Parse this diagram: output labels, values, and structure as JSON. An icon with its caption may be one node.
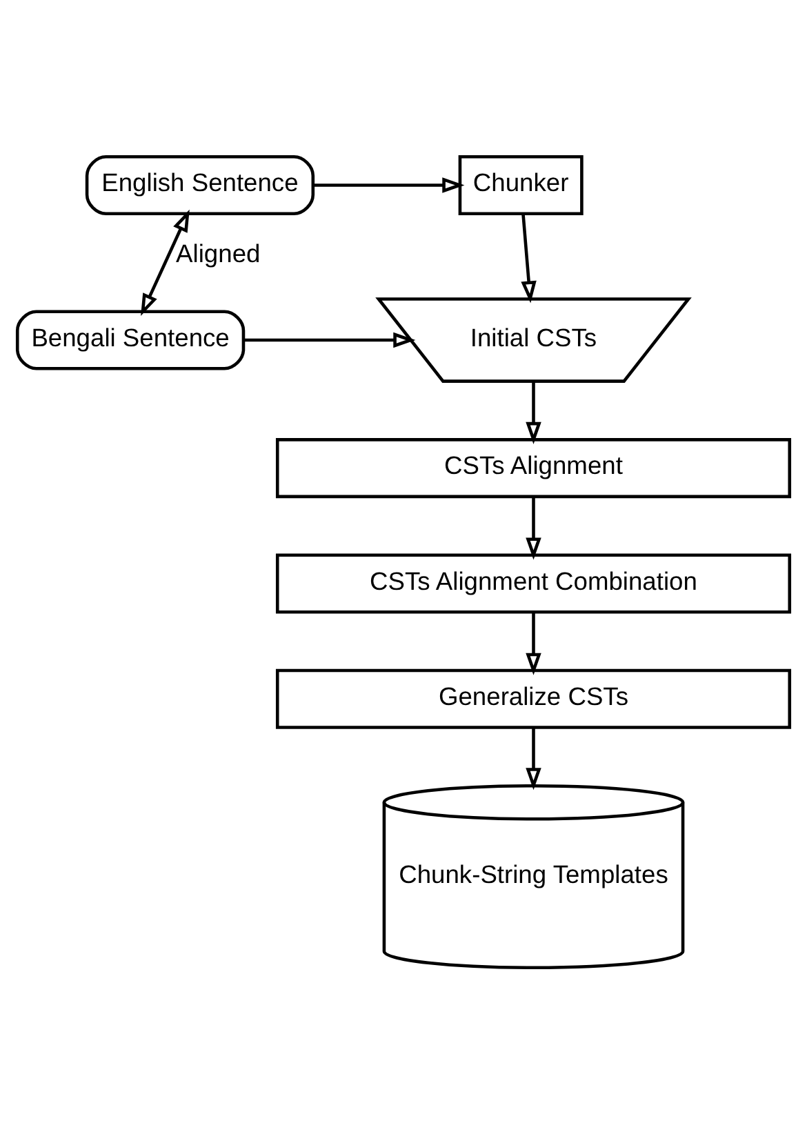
{
  "diagram": {
    "nodes": [
      {
        "text": [
          "English Sentence"
        ]
      },
      {
        "text": [
          "Chunker"
        ]
      },
      {
        "text": [
          "Bengali Sentence"
        ]
      },
      {
        "text": [
          "Initial CSTs"
        ]
      },
      {
        "text": [
          "CSTs Alignment"
        ]
      },
      {
        "text": [
          "CSTs Alignment Combination"
        ]
      },
      {
        "text": [
          "Generalize CSTs"
        ]
      },
      {
        "text": [
          "Chunk-String Templates"
        ]
      }
    ],
    "edges": [
      {
        "from": 0,
        "to": 1,
        "arrow": "to"
      },
      {
        "from": 0,
        "to": 2,
        "arrow": "both",
        "label": "Aligned"
      },
      {
        "from": 1,
        "to": 3,
        "arrow": "to"
      },
      {
        "from": 2,
        "to": 3,
        "arrow": "to"
      },
      {
        "from": 3,
        "to": 4,
        "arrow": "to"
      },
      {
        "from": 4,
        "to": 5,
        "arrow": "to"
      },
      {
        "from": 5,
        "to": 6,
        "arrow": "to"
      },
      {
        "from": 6,
        "to": 7,
        "arrow": "to"
      }
    ]
  }
}
